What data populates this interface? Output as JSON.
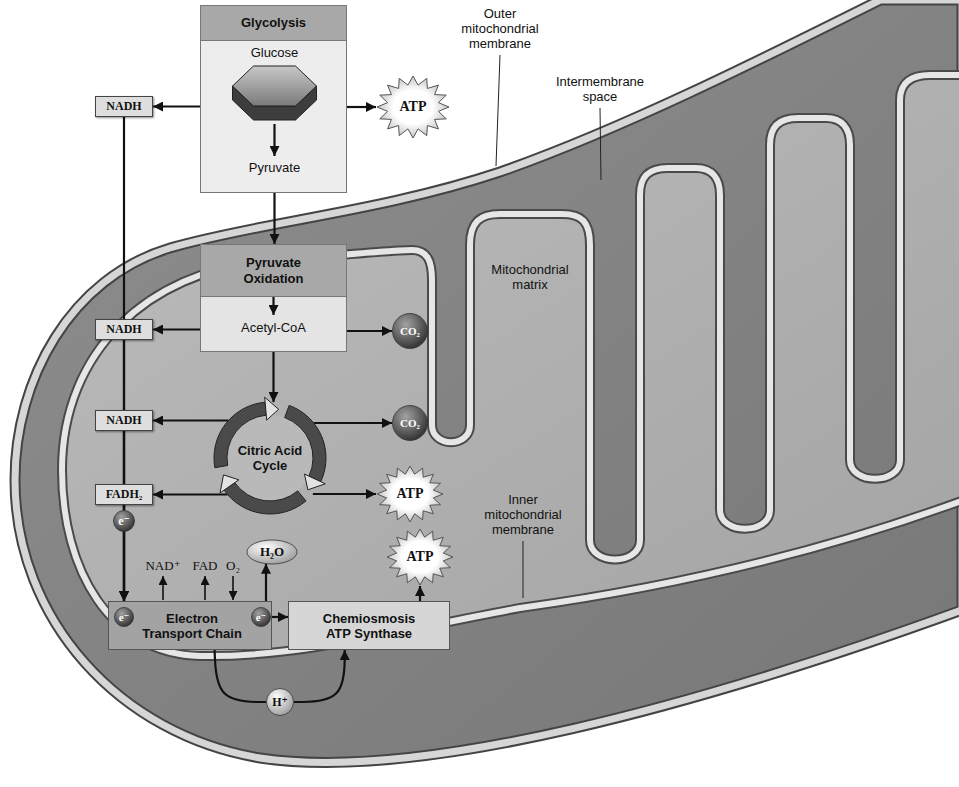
{
  "diagram": {
    "nodes": [
      {
        "text": [
          "Glycolysis"
        ]
      },
      {
        "text": [
          "Glucose"
        ],
        "in": 0
      },
      {
        "text": [
          "Pyruvate"
        ],
        "in": 0
      },
      {
        "text": [
          "NADH"
        ]
      },
      {
        "text": [
          "ATP"
        ]
      },
      {
        "text": [
          "Pyruvate Oxidation"
        ]
      },
      {
        "text": [
          "Acetyl-CoA"
        ],
        "in": 5
      },
      {
        "text": [
          "NADH"
        ]
      },
      {
        "text": [
          "CO₂"
        ]
      },
      {
        "text": [
          "NADH"
        ]
      },
      {
        "text": [
          "Citric Acid Cycle"
        ]
      },
      {
        "text": [
          "CO₂"
        ]
      },
      {
        "text": [
          "FADH₂"
        ]
      },
      {
        "text": [
          "ATP"
        ]
      },
      {
        "text": [
          "e⁻"
        ]
      },
      {
        "text": [
          "H₂O"
        ]
      },
      {
        "text": [
          "ATP"
        ]
      },
      {
        "text": [
          "Electron Transport Chain"
        ]
      },
      {
        "text": [
          "e⁻"
        ],
        "in": 17
      },
      {
        "text": [
          "e⁻"
        ],
        "in": 17
      },
      {
        "text": [
          "Chemiosmosis ATP Synthase"
        ]
      },
      {
        "text": [
          "H⁺"
        ]
      }
    ],
    "edges": [
      {
        "from": 1,
        "to": 2,
        "arrow": "to"
      },
      {
        "from": 0,
        "to": 3,
        "arrow": "to"
      },
      {
        "from": 0,
        "to": 4,
        "arrow": "to"
      },
      {
        "from": 2,
        "to": 5,
        "arrow": "to"
      },
      {
        "from": 5,
        "to": 6,
        "arrow": "to"
      },
      {
        "from": 5,
        "to": 7,
        "arrow": "to"
      },
      {
        "from": 5,
        "to": 8,
        "arrow": "to"
      },
      {
        "from": 6,
        "to": 10,
        "arrow": "to"
      },
      {
        "from": 10,
        "to": 9,
        "arrow": "to"
      },
      {
        "from": 10,
        "to": 11,
        "arrow": "to"
      },
      {
        "from": 10,
        "to": 12,
        "arrow": "to"
      },
      {
        "from": 10,
        "to": 13,
        "arrow": "to"
      },
      {
        "from": 3,
        "to": 17,
        "arrow": "to"
      },
      {
        "from": 7,
        "to": 17,
        "arrow": "to"
      },
      {
        "from": 9,
        "to": 17,
        "arrow": "to"
      },
      {
        "from": 12,
        "to": 17,
        "arrow": "to"
      },
      {
        "from": 17,
        "to": 15,
        "arrow": "to"
      },
      {
        "from": 19,
        "to": 20,
        "arrow": "to"
      },
      {
        "from": 20,
        "to": 16,
        "arrow": "to"
      },
      {
        "from": 17,
        "to": 21,
        "arrow": "none"
      },
      {
        "from": 21,
        "to": 20,
        "arrow": "to"
      }
    ],
    "labels": [
      "Outer mitochondrial membrane",
      "Intermembrane space",
      "Mitochondrial matrix",
      "Inner mitochondrial membrane",
      "NAD⁺",
      "FAD",
      "O₂"
    ]
  }
}
